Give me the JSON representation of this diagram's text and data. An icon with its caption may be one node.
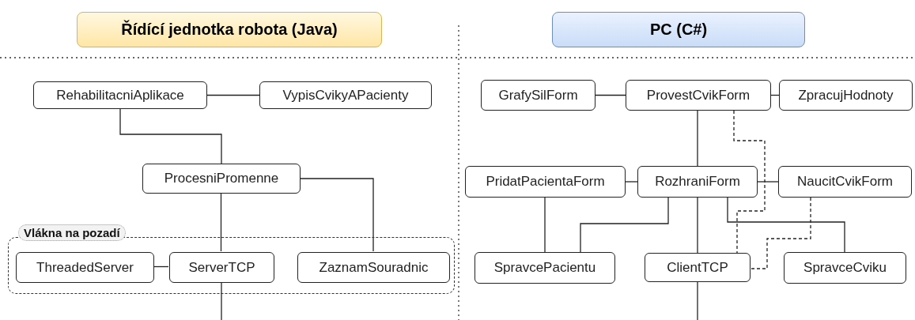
{
  "diagram": {
    "nodes": [
      {
        "text": [
          "Řídící jednotka robota (Java)"
        ]
      },
      {
        "text": [
          "PC (C#)"
        ]
      },
      {
        "text": [
          "RehabilitacniAplikace"
        ]
      },
      {
        "text": [
          "VypisCvikyAPacienty"
        ]
      },
      {
        "text": [
          "ProcesniPromenne"
        ]
      },
      {
        "text": [
          "Vlákna na pozadí"
        ]
      },
      {
        "text": [
          "ThreadedServer"
        ],
        "in": 5
      },
      {
        "text": [
          "ServerTCP"
        ],
        "in": 5
      },
      {
        "text": [
          "ZaznamSouradnic"
        ],
        "in": 5
      },
      {
        "text": [
          "GrafySilForm"
        ]
      },
      {
        "text": [
          "ProvestCvikForm"
        ]
      },
      {
        "text": [
          "ZpracujHodnoty"
        ]
      },
      {
        "text": [
          "PridatPacientaForm"
        ]
      },
      {
        "text": [
          "RozhraniForm"
        ]
      },
      {
        "text": [
          "NaucitCvikForm"
        ]
      },
      {
        "text": [
          "SpravcePacientu"
        ]
      },
      {
        "text": [
          "ClientTCP"
        ]
      },
      {
        "text": [
          "SpravceCviku"
        ]
      }
    ],
    "edges": [
      {
        "from": 2,
        "to": 3,
        "arrow": "none"
      },
      {
        "from": 2,
        "to": 4,
        "arrow": "none"
      },
      {
        "from": 4,
        "to": 7,
        "arrow": "none"
      },
      {
        "from": 4,
        "to": 8,
        "arrow": "none"
      },
      {
        "from": 6,
        "to": 7,
        "arrow": "none"
      },
      {
        "from": 7,
        "to": null,
        "arrow": "none"
      },
      {
        "from": 9,
        "to": 10,
        "arrow": "none"
      },
      {
        "from": 10,
        "to": 11,
        "arrow": "none"
      },
      {
        "from": 10,
        "to": 13,
        "arrow": "none"
      },
      {
        "from": 10,
        "to": 16,
        "arrow": "none",
        "style": "dashed"
      },
      {
        "from": 12,
        "to": 13,
        "arrow": "none"
      },
      {
        "from": 13,
        "to": 14,
        "arrow": "none"
      },
      {
        "from": 12,
        "to": 15,
        "arrow": "none"
      },
      {
        "from": 13,
        "to": 15,
        "arrow": "none"
      },
      {
        "from": 13,
        "to": 16,
        "arrow": "none"
      },
      {
        "from": 13,
        "to": 17,
        "arrow": "none"
      },
      {
        "from": 14,
        "to": 16,
        "arrow": "none",
        "style": "dashed"
      },
      {
        "from": 16,
        "to": null,
        "arrow": "none"
      }
    ]
  }
}
